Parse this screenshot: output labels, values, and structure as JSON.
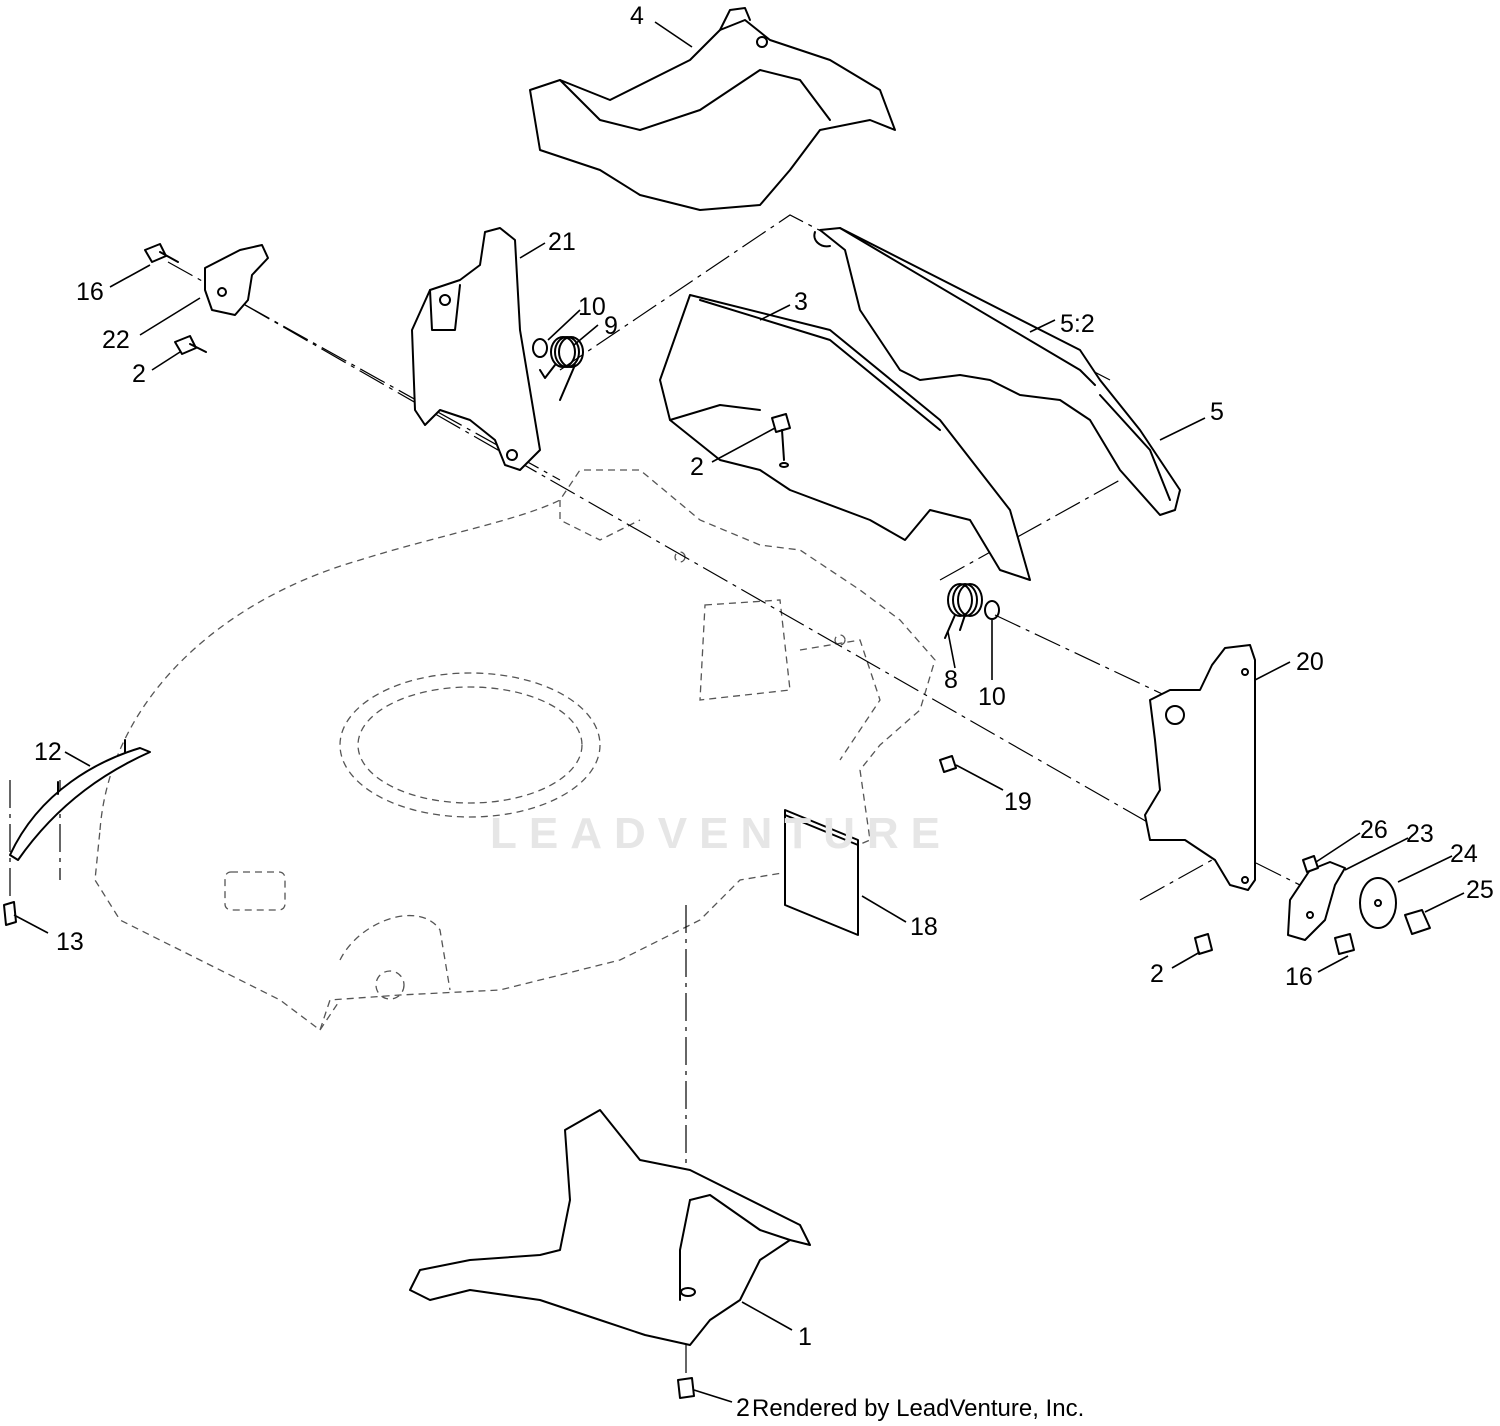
{
  "callouts": {
    "c4": "4",
    "c21": "21",
    "c16a": "16",
    "c22": "22",
    "c2a": "2",
    "c10a": "10",
    "c9": "9",
    "c3": "3",
    "c5_2": "5:2",
    "c5": "5",
    "c2b": "2",
    "c20": "20",
    "c8": "8",
    "c10b": "10",
    "c12": "12",
    "c19": "19",
    "c13": "13",
    "c26": "26",
    "c23": "23",
    "c24": "24",
    "c25": "25",
    "c18": "18",
    "c2c": "2",
    "c16b": "16",
    "c1": "1",
    "c2d": "2"
  },
  "watermark": "LEADVENTURE",
  "credit": "Rendered by LeadVenture, Inc."
}
